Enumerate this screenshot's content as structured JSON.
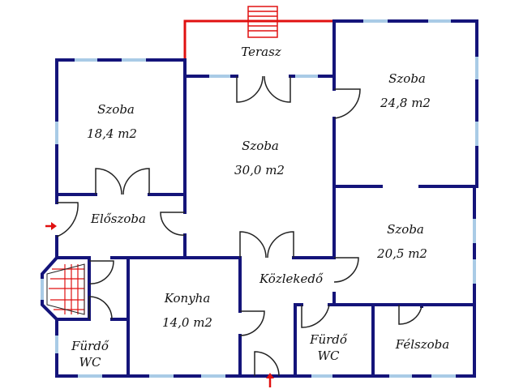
{
  "colors": {
    "wall": "#14147a",
    "window": "#a9cbe6",
    "terrace_outline": "#e01010",
    "entrance_arrow": "#e01010",
    "door_swing": "#222222",
    "background": "#ffffff"
  },
  "rooms": [
    {
      "id": "terasz",
      "name": "Terasz",
      "area": ""
    },
    {
      "id": "szoba-18",
      "name": "Szoba",
      "area": "18,4 m2"
    },
    {
      "id": "szoba-30",
      "name": "Szoba",
      "area": "30,0 m2"
    },
    {
      "id": "szoba-24",
      "name": "Szoba",
      "area": "24,8 m2"
    },
    {
      "id": "eloszoba",
      "name": "Előszoba",
      "area": ""
    },
    {
      "id": "szoba-20",
      "name": "Szoba",
      "area": "20,5 m2"
    },
    {
      "id": "kozlekedo",
      "name": "Közlekedő",
      "area": ""
    },
    {
      "id": "konyha",
      "name": "Konyha",
      "area": "14,0 m2"
    },
    {
      "id": "furdo-left",
      "name": "Fürdő",
      "area": "WC"
    },
    {
      "id": "furdo-mid",
      "name": "Fürdő",
      "area": "WC"
    },
    {
      "id": "felszoba",
      "name": "Félszoba",
      "area": ""
    }
  ],
  "entrances": [
    {
      "id": "side-entrance",
      "icon": "red-arrow-right-icon"
    },
    {
      "id": "main-entrance",
      "icon": "red-arrow-up-icon"
    }
  ]
}
